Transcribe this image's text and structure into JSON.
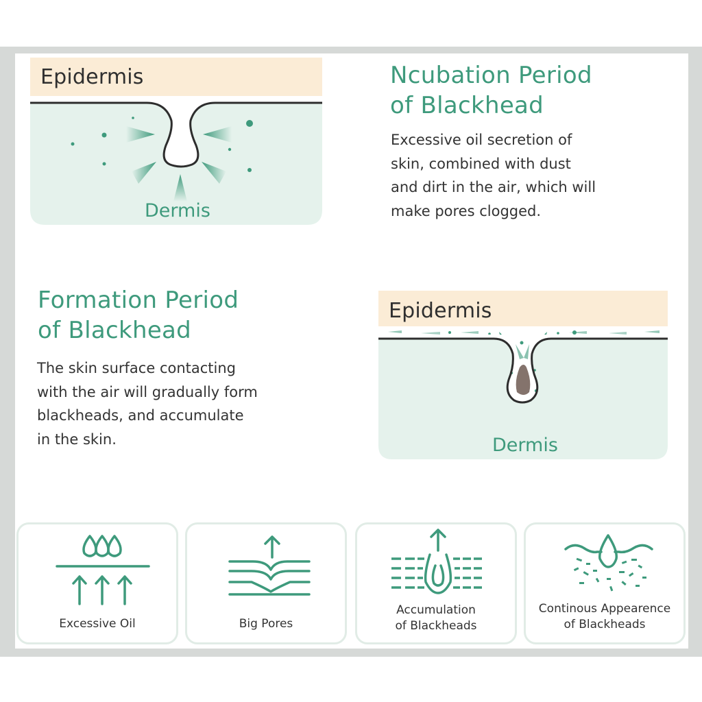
{
  "colors": {
    "accent_green": "#3e9a7c",
    "epidermis": "#fbecd6",
    "dermis": "#e5f2ec",
    "text": "#333333"
  },
  "incubation": {
    "diagram": {
      "epidermis_label": "Epidermis",
      "dermis_label": "Dermis"
    },
    "heading_lines": [
      "Ncubation Period",
      "of Blackhead"
    ],
    "description_lines": [
      "Excessive oil secretion of",
      "skin, combined with dust",
      "and dirt in the air, which will",
      "make pores clogged."
    ]
  },
  "formation": {
    "heading_lines": [
      "Formation Period",
      "of Blackhead"
    ],
    "description_lines": [
      "The skin surface contacting",
      "with the air will gradually form",
      "blackheads, and accumulate",
      "in the skin."
    ],
    "diagram": {
      "epidermis_label": "Epidermis",
      "dermis_label": "Dermis"
    }
  },
  "causes": [
    {
      "icon": "oil-drops-arrows-icon",
      "label_lines": [
        "Excessive Oil"
      ]
    },
    {
      "icon": "big-pore-icon",
      "label_lines": [
        "Big Pores"
      ]
    },
    {
      "icon": "clogged-pore-icon",
      "label_lines": [
        "Accumulation",
        "of Blackheads"
      ]
    },
    {
      "icon": "scattered-pore-icon",
      "label_lines": [
        "Continous Appearence",
        "of Blackheads"
      ]
    }
  ]
}
